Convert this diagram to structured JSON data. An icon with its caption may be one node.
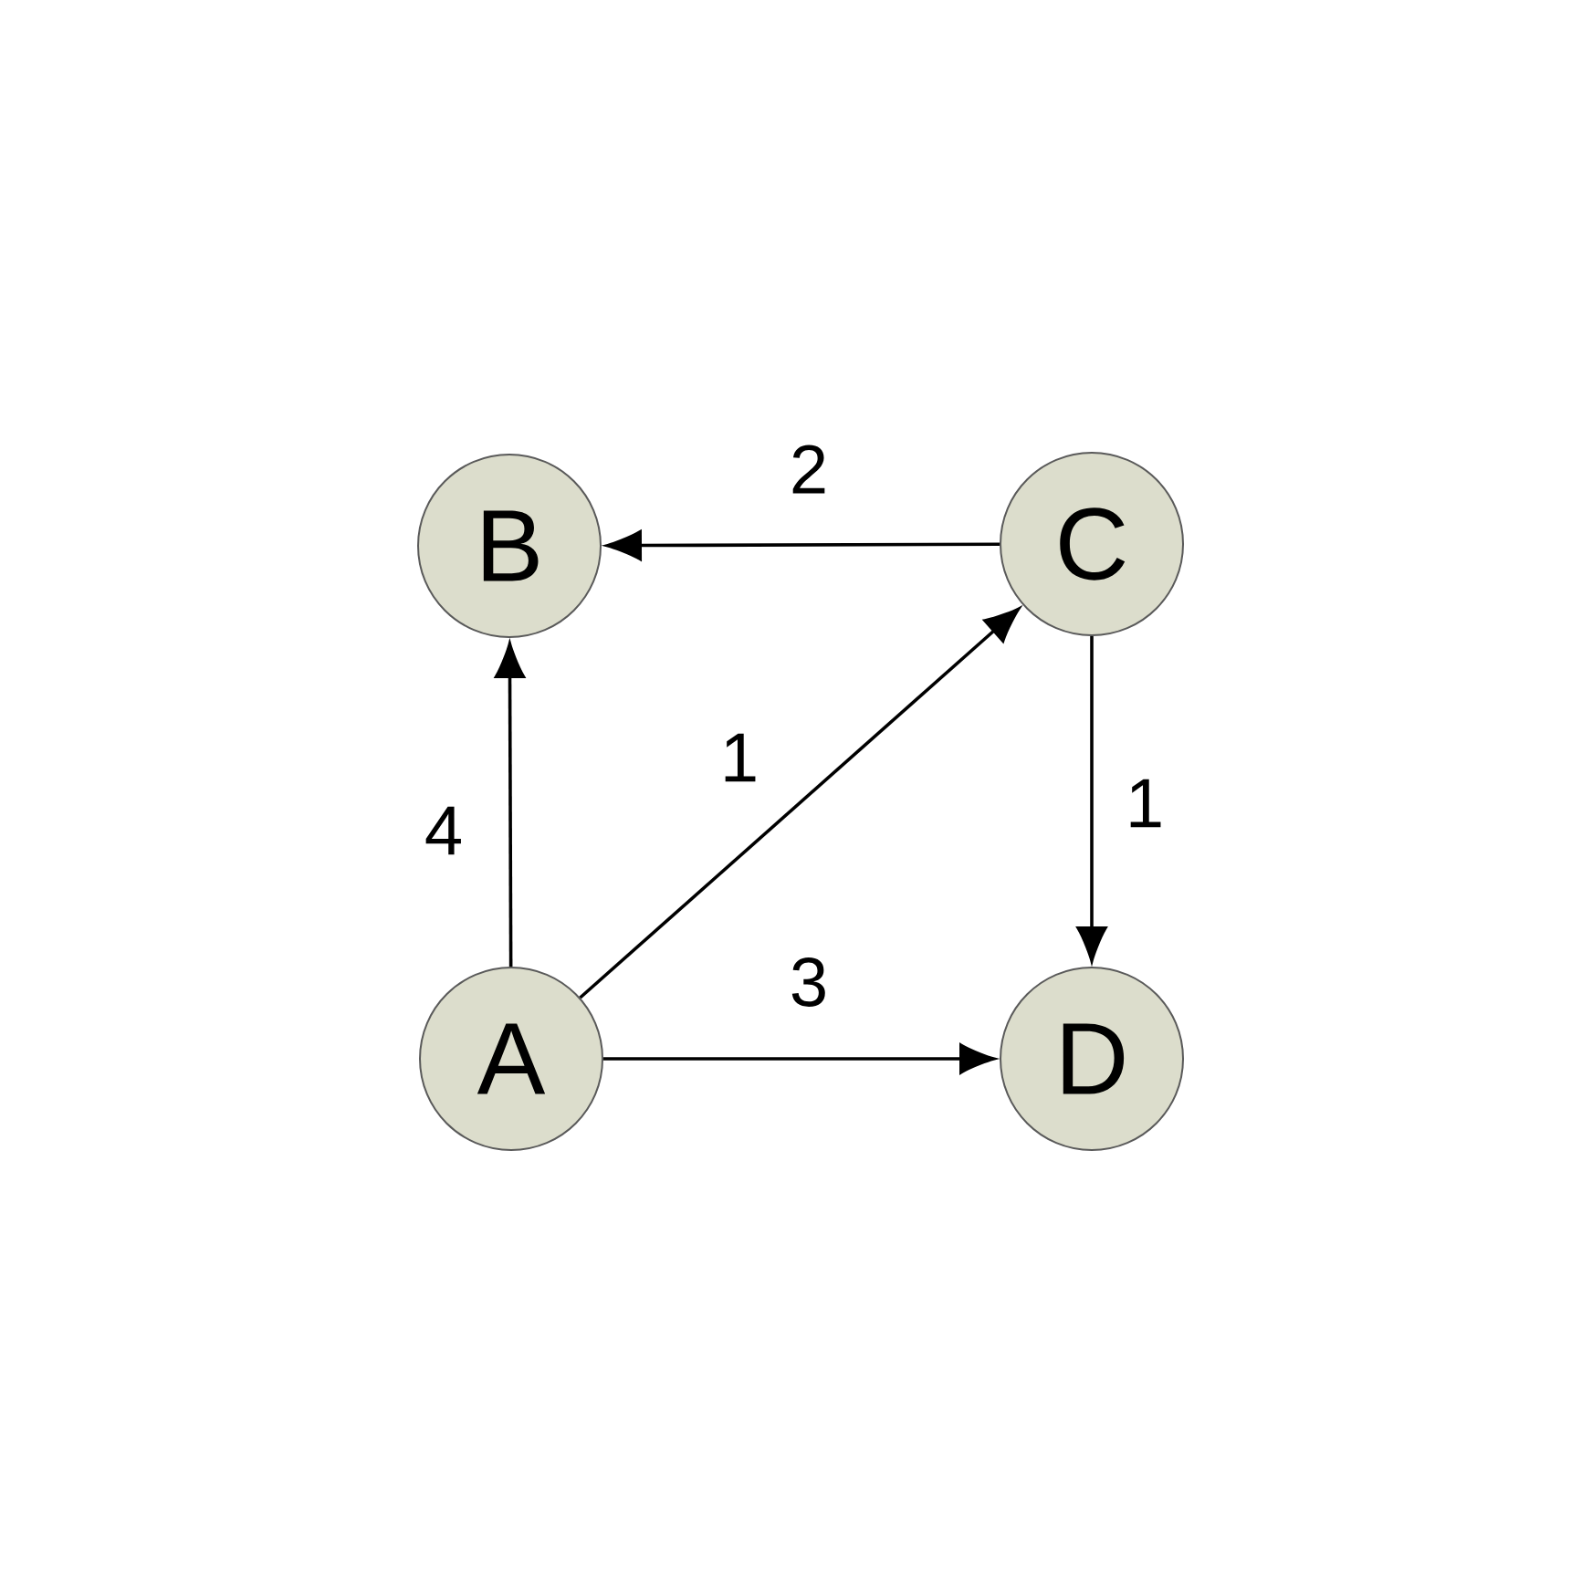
{
  "diagram": {
    "nodes": [
      {
        "text": [
          "B"
        ]
      },
      {
        "text": [
          "C"
        ]
      },
      {
        "text": [
          "A"
        ]
      },
      {
        "text": [
          "D"
        ]
      }
    ],
    "edges": [
      {
        "from": 1,
        "to": 0,
        "arrow": "to",
        "label": "2"
      },
      {
        "from": 2,
        "to": 1,
        "arrow": "to",
        "label": "1"
      },
      {
        "from": 2,
        "to": 0,
        "arrow": "to",
        "label": "4"
      },
      {
        "from": 1,
        "to": 3,
        "arrow": "to",
        "label": "1"
      },
      {
        "from": 2,
        "to": 3,
        "arrow": "to",
        "label": "3"
      }
    ]
  }
}
